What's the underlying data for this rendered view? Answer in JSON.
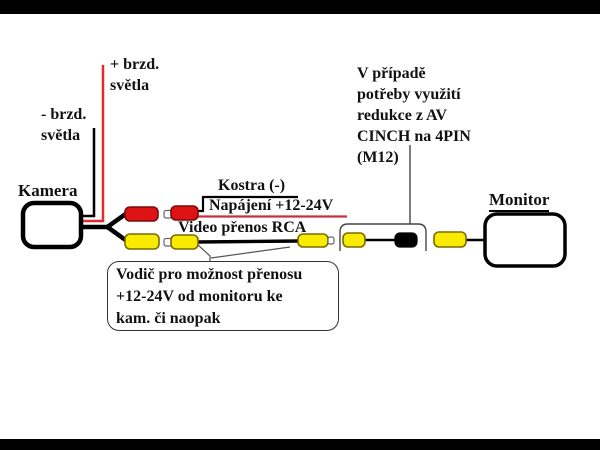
{
  "diagram": {
    "camera": {
      "label": "Kamera"
    },
    "monitor": {
      "label": "Monitor"
    },
    "brake_plus": {
      "line1": "+ brzd.",
      "line2": "světla"
    },
    "brake_minus": {
      "line1": "- brzd.",
      "line2": "světla"
    },
    "wires": {
      "ground_label": "Kostra (-)",
      "power_label": "Napájení +12-24V",
      "video_label": "Video přenos RCA"
    },
    "reducer_note": {
      "lines": [
        "V případě",
        "potřeby využití",
        "redukce z AV",
        "CINCH na 4PIN",
        "(M12)"
      ]
    },
    "bubble": {
      "lines": [
        "Vodič pro možnost přenosu",
        "+12-24V od monitoru ke",
        "kam. či naopak"
      ]
    }
  },
  "colors": {
    "connector_red": "#de1414",
    "connector_yellow": "#f8ea00",
    "connector_black": "#000000",
    "wire_red": "#e8282c",
    "power_line_red": "#c53040",
    "wire_black": "#000000",
    "letterbox": "#000000"
  }
}
